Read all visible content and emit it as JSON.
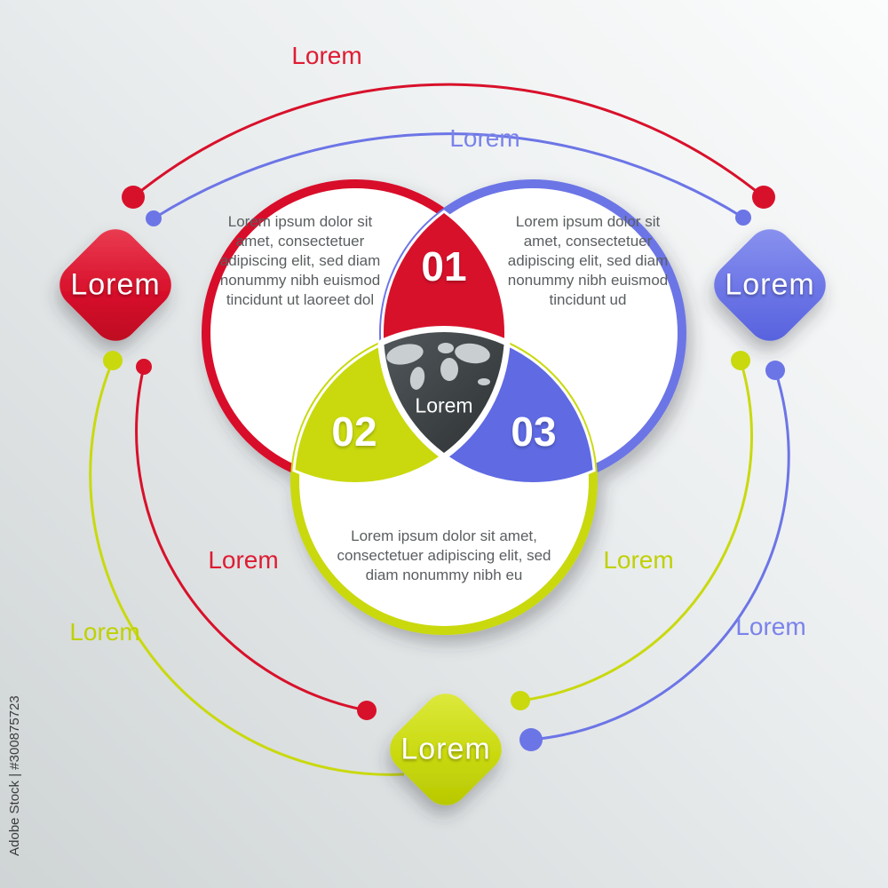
{
  "colors": {
    "red": "#d8112b",
    "blue": "#6c75e6",
    "blue_deep": "#5f6ae3",
    "yellow": "#c9d90e",
    "shield_dark": "#3a3f42",
    "text_gray": "#5a5e61"
  },
  "watermark": {
    "label": "Adobe Stock | #300875723"
  },
  "connector_labels": {
    "top_red": "Lorem",
    "top_blue": "Lorem",
    "left_red": "Lorem",
    "left_yellow": "Lorem",
    "right_yellow": "Lorem",
    "right_blue": "Lorem"
  },
  "nodes": {
    "left_label": "Lorem",
    "right_label": "Lorem",
    "bottom_label": "Lorem"
  },
  "venn": {
    "step_01": "01",
    "step_02": "02",
    "step_03": "03",
    "center_label": "Lorem",
    "red_circle_text": "Lorem ipsum dolor sit amet, consectetuer adipiscing elit, sed diam nonummy nibh euismod tincidunt ut laoreet dol",
    "blue_circle_text": "Lorem ipsum dolor sit amet, consectetuer adipiscing elit, sed diam nonummy nibh euismod tincidunt ud",
    "bottom_circle_text": "Lorem ipsum dolor sit amet, consectetuer adipiscing elit, sed diam nonummy nibh eu"
  }
}
